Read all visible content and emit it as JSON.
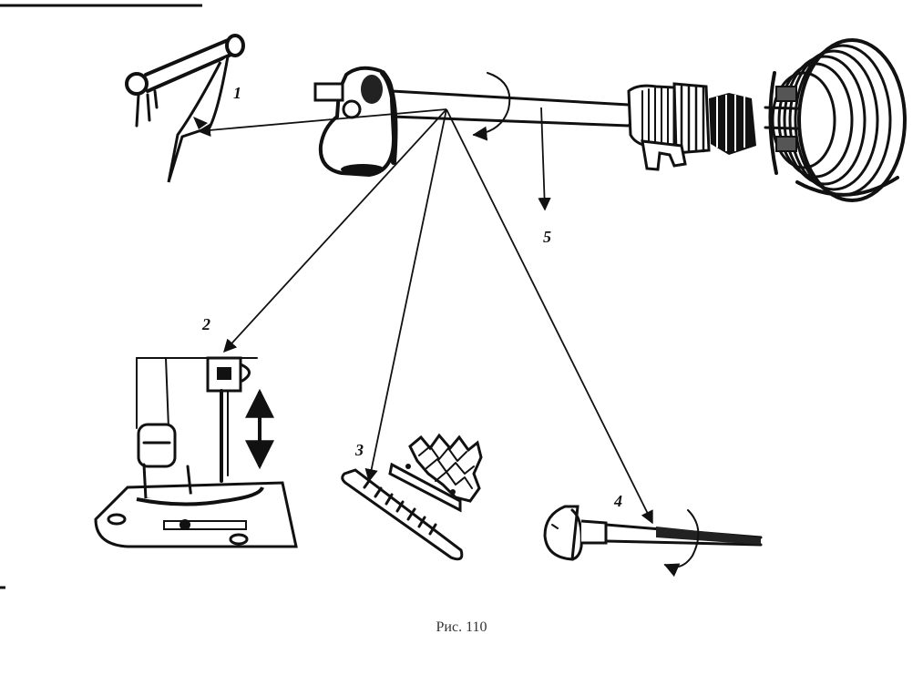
{
  "figure": {
    "caption": "Рис. 110",
    "labels": {
      "take_up_lever": "1",
      "presser_foot": "2",
      "feed_dog": "3",
      "shuttle_shaft": "4",
      "main_shaft": "5"
    }
  }
}
